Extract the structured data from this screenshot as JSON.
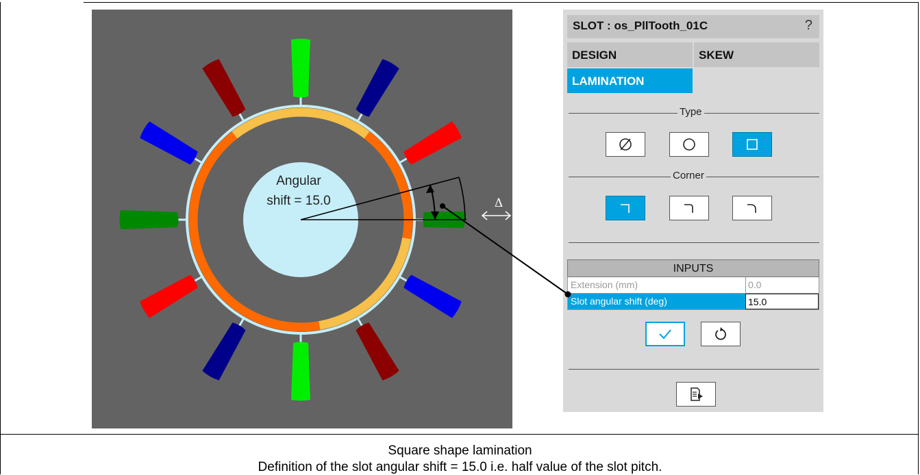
{
  "viewer": {
    "annotation_line1": "Angular",
    "annotation_line2": "shift = 15.0",
    "delta_symbol": "Δ"
  },
  "panel": {
    "title": "SLOT : os_PllTooth_01C",
    "help": "?",
    "tabs": {
      "design": "DESIGN",
      "skew": "SKEW",
      "lamination": "LAMINATION"
    },
    "type_label": "Type",
    "corner_label": "Corner",
    "type_options": [
      "none-icon",
      "circle-icon",
      "square-icon"
    ],
    "type_selected": 2,
    "corner_selected": 0,
    "inputs": {
      "header": "INPUTS",
      "rows": [
        {
          "label": "Extension (mm)",
          "value": "0.0"
        },
        {
          "label": "Slot angular shift (deg)",
          "value": "15.0"
        }
      ]
    }
  },
  "caption": {
    "line1": "Square shape lamination",
    "line2": "Definition of the slot angular shift = 15.0 i.e. half value of the slot pitch."
  },
  "colors": {
    "accent": "#00a3e0",
    "viewer_bg": "#636363",
    "bore": "#c6eef9",
    "ring_orange": "#ff6a00",
    "ring_yellow": "#f7c04a"
  }
}
